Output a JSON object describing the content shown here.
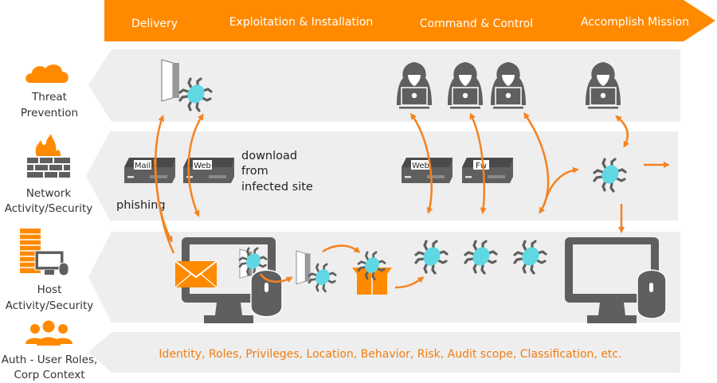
{
  "colors": {
    "orange": "#ff8a00",
    "arrow": "#f58220",
    "band": "#eeeeee",
    "gray": "#5f5f5f",
    "bug_body": "#5fd8e3",
    "text_dark": "#222222",
    "context_text": "#f07d10"
  },
  "stages": [
    {
      "label": "Delivery"
    },
    {
      "label": "Exploitation & Installation"
    },
    {
      "label": "Command & Control"
    },
    {
      "label": "Accomplish Mission"
    }
  ],
  "rows": [
    {
      "id": "threat",
      "icon": "cloud-icon",
      "line1": "Threat",
      "line2": "Prevention"
    },
    {
      "id": "network",
      "icon": "firewall-icon",
      "line1": "Network",
      "line2": "Activity/Security"
    },
    {
      "id": "host",
      "icon": "server-desktop-icon",
      "line1": "Host",
      "line2": "Activity/Security"
    },
    {
      "id": "auth",
      "icon": "users-icon",
      "line1": "Auth - User Roles,",
      "line2": "Corp Context"
    }
  ],
  "devices": {
    "mail": "Mail",
    "web1": "Web",
    "web2": "Web",
    "fw": "Fw"
  },
  "notes": {
    "phishing": "phishing",
    "download_line1": "download",
    "download_line2": "from",
    "download_line3": "infected site"
  },
  "context_line": "Identity,  Roles,  Privileges,  Location,  Behavior,  Risk,  Audit scope,  Classification,  etc."
}
